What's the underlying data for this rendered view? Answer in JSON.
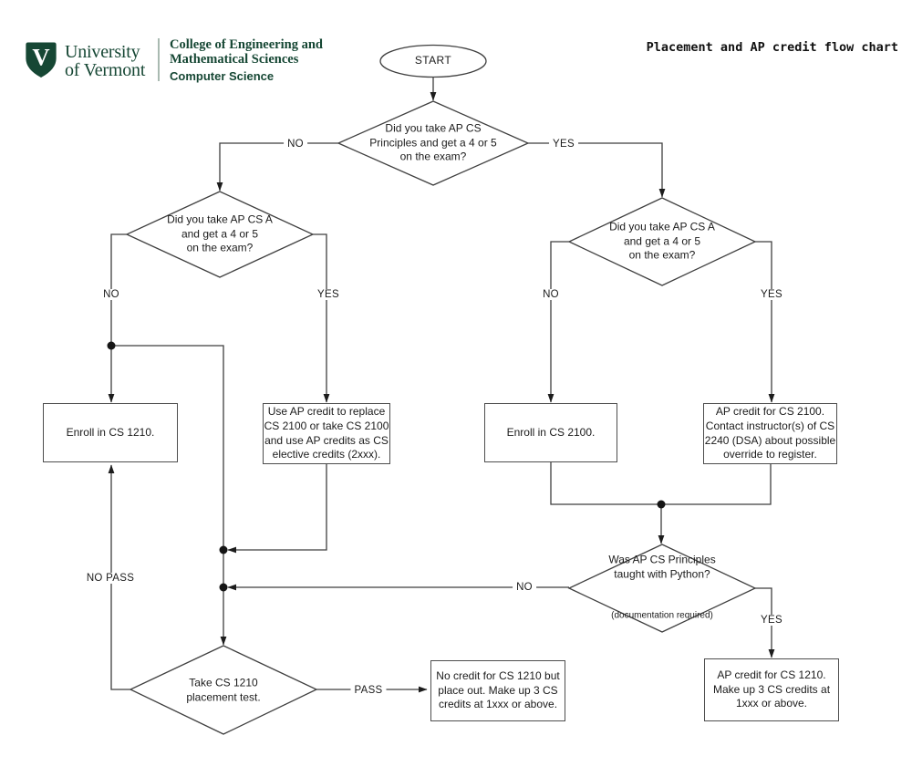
{
  "header": {
    "logo_v": "V",
    "university": [
      "University",
      "of Vermont"
    ],
    "college": [
      "College of Engineering and",
      "Mathematical Sciences"
    ],
    "department": "Computer Science",
    "brand_green": "#164734"
  },
  "title": "Placement and AP credit flow chart",
  "flowchart": {
    "start_label": "START",
    "decisions": {
      "principles": [
        "Did you take AP CS",
        "Principles and get a 4 or 5",
        "on the exam?"
      ],
      "apcsa_left": [
        "Did you take AP CS A",
        "and get a 4 or 5",
        "on the exam?"
      ],
      "apcsa_right": [
        "Did you take AP CS A",
        "and get a 4 or 5",
        "on the exam?"
      ],
      "python": [
        "Was AP CS Principles",
        "taught with Python?"
      ],
      "python_note": "(documentation required)",
      "placement": [
        "Take CS 1210",
        "placement test."
      ]
    },
    "outcomes": {
      "enroll_1210": "Enroll in CS 1210.",
      "ap_replace_2100": [
        "Use AP credit to replace",
        "CS 2100 or take CS 2100",
        "and use AP credits as CS",
        "elective credits (2xxx)."
      ],
      "enroll_2100": "Enroll in CS 2100.",
      "ap_credit_2100": [
        "AP credit for CS 2100.",
        "Contact instructor(s) of CS",
        "2240 (DSA) about possible",
        "override to register."
      ],
      "no_credit_1210": [
        "No credit for CS 1210 but",
        "place out. Make up 3 CS",
        "credits at 1xxx or above."
      ],
      "ap_credit_1210": [
        "AP credit for CS 1210.",
        "Make up 3 CS credits at",
        "1xxx or above."
      ]
    },
    "edge_labels": {
      "principles_no": "NO",
      "principles_yes": "YES",
      "apcsa_left_no": "NO",
      "apcsa_left_yes": "YES",
      "apcsa_right_no": "NO",
      "apcsa_right_yes": "YES",
      "python_no": "NO",
      "python_yes": "YES",
      "placement_pass": "PASS",
      "placement_no_pass": "NO PASS"
    }
  }
}
